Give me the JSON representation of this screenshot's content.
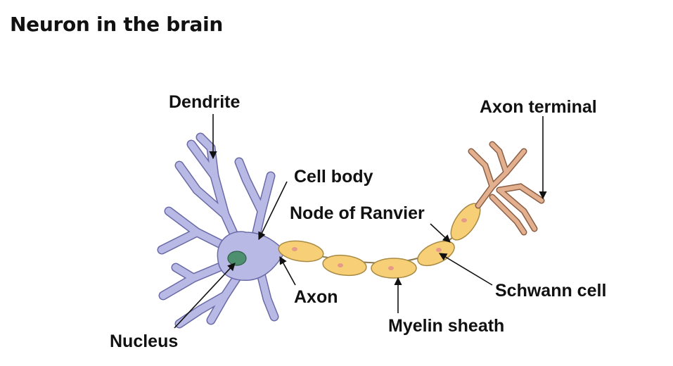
{
  "title": "Neuron in the brain",
  "labels": {
    "dendrite": "Dendrite",
    "axon_terminal": "Axon terminal",
    "cell_body": "Cell body",
    "node_of_ranvier": "Node of Ranvier",
    "axon": "Axon",
    "schwann_cell": "Schwann cell",
    "myelin_sheath": "Myelin sheath",
    "nucleus": "Nucleus"
  },
  "colors": {
    "dendrite_fill": "#b9b9e6",
    "dendrite_stroke": "#6a6aa6",
    "nucleus_fill": "#4d8f6e",
    "myelin_fill": "#f7cf76",
    "myelin_stroke": "#a88a45",
    "terminal_fill": "#e2b08e",
    "terminal_stroke": "#8a5e44"
  }
}
